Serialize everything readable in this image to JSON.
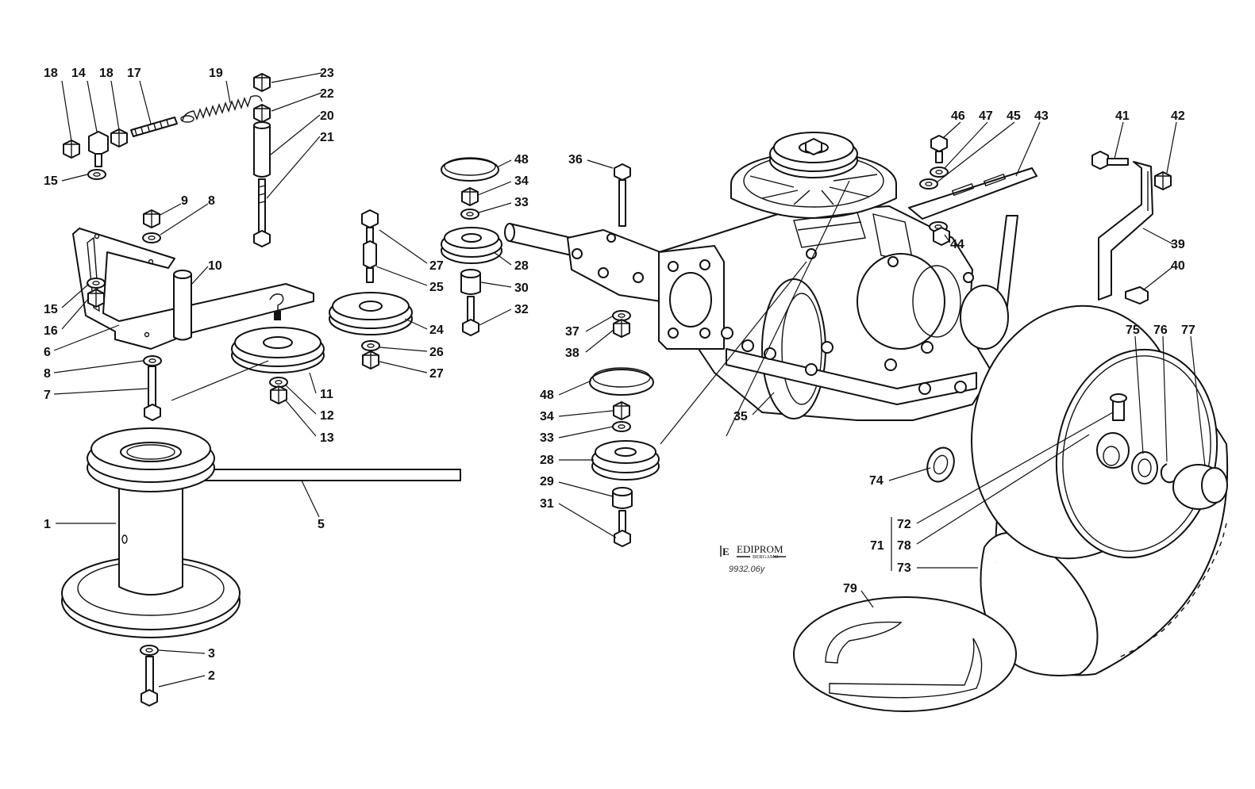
{
  "drawing": {
    "brand": "EDIPROM",
    "brand_sub": "BERGAMO",
    "brand_mark": "E",
    "ref_code": "9932.06y"
  },
  "callouts": [
    {
      "id": "c-18a",
      "text": "18"
    },
    {
      "id": "c-14",
      "text": "14"
    },
    {
      "id": "c-18b",
      "text": "18"
    },
    {
      "id": "c-17",
      "text": "17"
    },
    {
      "id": "c-19",
      "text": "19"
    },
    {
      "id": "c-23",
      "text": "23"
    },
    {
      "id": "c-22",
      "text": "22"
    },
    {
      "id": "c-20",
      "text": "20"
    },
    {
      "id": "c-21",
      "text": "21"
    },
    {
      "id": "c-15a",
      "text": "15"
    },
    {
      "id": "c-9",
      "text": "9"
    },
    {
      "id": "c-8a",
      "text": "8"
    },
    {
      "id": "c-10",
      "text": "10"
    },
    {
      "id": "c-15b",
      "text": "15"
    },
    {
      "id": "c-16",
      "text": "16"
    },
    {
      "id": "c-6",
      "text": "6"
    },
    {
      "id": "c-8b",
      "text": "8"
    },
    {
      "id": "c-7",
      "text": "7"
    },
    {
      "id": "c-1",
      "text": "1"
    },
    {
      "id": "c-5",
      "text": "5"
    },
    {
      "id": "c-3",
      "text": "3"
    },
    {
      "id": "c-2",
      "text": "2"
    },
    {
      "id": "c-11",
      "text": "11"
    },
    {
      "id": "c-12",
      "text": "12"
    },
    {
      "id": "c-13",
      "text": "13"
    },
    {
      "id": "c-27a",
      "text": "27"
    },
    {
      "id": "c-25",
      "text": "25"
    },
    {
      "id": "c-24",
      "text": "24"
    },
    {
      "id": "c-26",
      "text": "26"
    },
    {
      "id": "c-27b",
      "text": "27"
    },
    {
      "id": "c-48a",
      "text": "48"
    },
    {
      "id": "c-34a",
      "text": "34"
    },
    {
      "id": "c-33a",
      "text": "33"
    },
    {
      "id": "c-28a",
      "text": "28"
    },
    {
      "id": "c-30",
      "text": "30"
    },
    {
      "id": "c-32",
      "text": "32"
    },
    {
      "id": "c-36",
      "text": "36"
    },
    {
      "id": "c-37",
      "text": "37"
    },
    {
      "id": "c-38",
      "text": "38"
    },
    {
      "id": "c-48b",
      "text": "48"
    },
    {
      "id": "c-34b",
      "text": "34"
    },
    {
      "id": "c-33b",
      "text": "33"
    },
    {
      "id": "c-28b",
      "text": "28"
    },
    {
      "id": "c-29",
      "text": "29"
    },
    {
      "id": "c-31",
      "text": "31"
    },
    {
      "id": "c-35",
      "text": "35"
    },
    {
      "id": "c-46",
      "text": "46"
    },
    {
      "id": "c-47",
      "text": "47"
    },
    {
      "id": "c-45",
      "text": "45"
    },
    {
      "id": "c-43",
      "text": "43"
    },
    {
      "id": "c-44",
      "text": "44"
    },
    {
      "id": "c-41",
      "text": "41"
    },
    {
      "id": "c-42",
      "text": "42"
    },
    {
      "id": "c-39",
      "text": "39"
    },
    {
      "id": "c-40",
      "text": "40"
    },
    {
      "id": "c-75",
      "text": "75"
    },
    {
      "id": "c-76",
      "text": "76"
    },
    {
      "id": "c-77",
      "text": "77"
    },
    {
      "id": "c-74",
      "text": "74"
    },
    {
      "id": "c-72",
      "text": "72"
    },
    {
      "id": "c-71",
      "text": "71"
    },
    {
      "id": "c-78",
      "text": "78"
    },
    {
      "id": "c-73",
      "text": "73"
    },
    {
      "id": "c-79",
      "text": "79"
    }
  ]
}
